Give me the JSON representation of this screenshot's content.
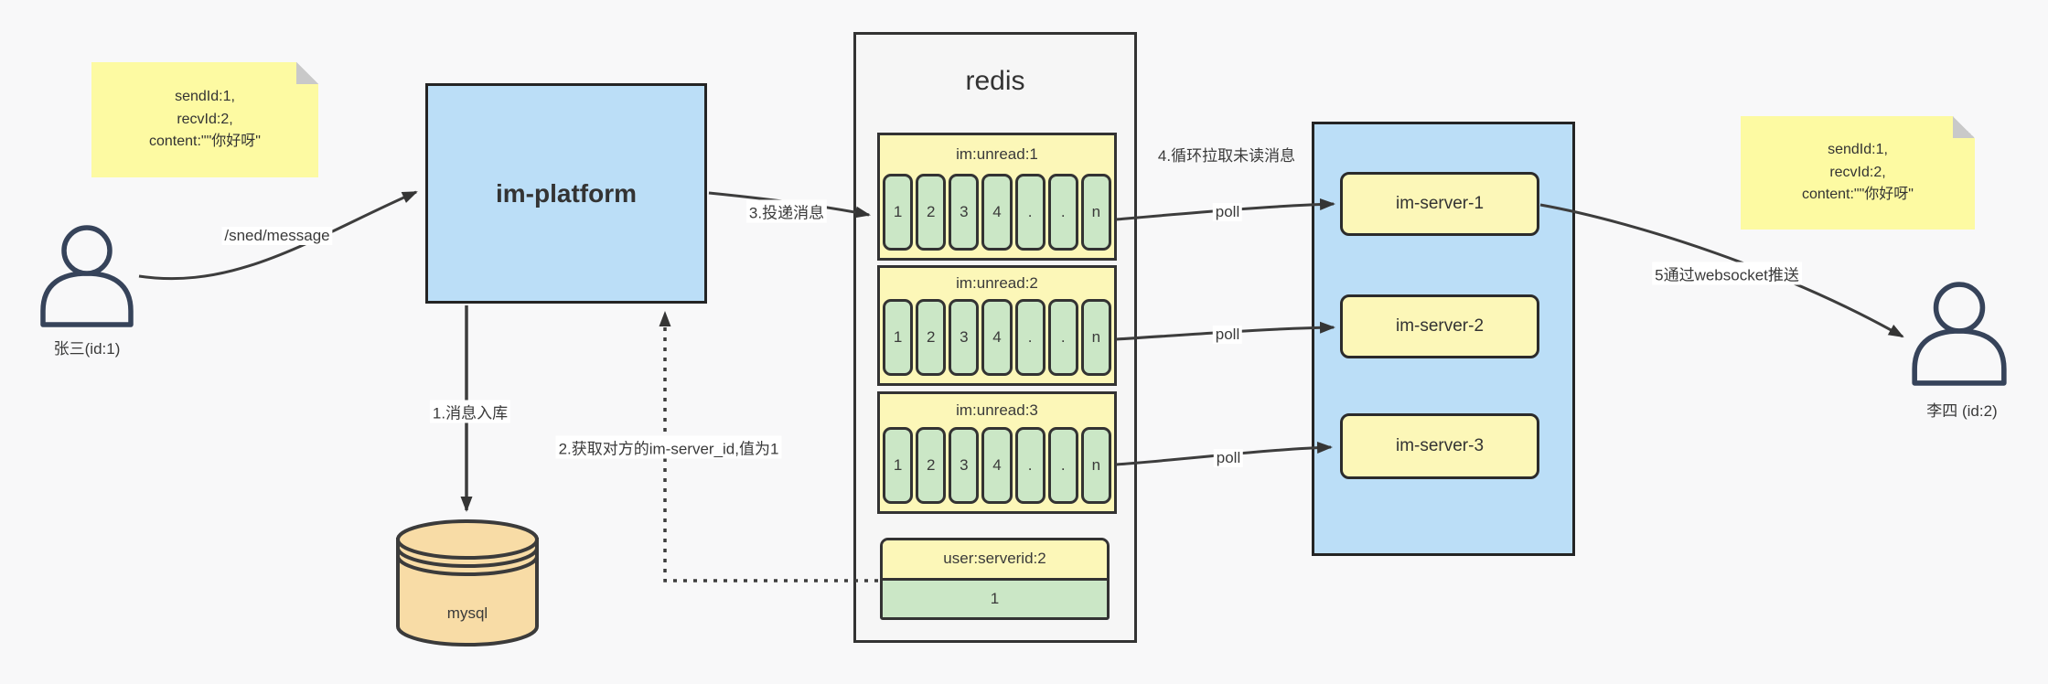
{
  "diagram_title": "im message delivery flow",
  "colors": {
    "background": "#f8f8f9",
    "note_yellow": "#fdfaa2",
    "box_blue": "#bbdef7",
    "queue_yellow": "#fcf7b8",
    "cell_green": "#cbe7c6",
    "mysql_tan": "#f8dca6",
    "line_dark": "#3d3d3d"
  },
  "note_left": {
    "lines": [
      "sendId:1,",
      "recvId:2,",
      "content:\"\"你好呀\""
    ]
  },
  "note_right": {
    "lines": [
      "sendId:1,",
      "recvId:2,",
      "content:\"\"你好呀\""
    ]
  },
  "actor_sender": {
    "label": "张三(id:1)"
  },
  "actor_receiver": {
    "label": "李四 (id:2)"
  },
  "platform": {
    "label": "im-platform"
  },
  "database": {
    "label": "mysql"
  },
  "redis": {
    "title": "redis",
    "queues": [
      {
        "header": "im:unread:1",
        "cells": [
          "1",
          "2",
          "3",
          "4",
          ".",
          ".",
          "n"
        ]
      },
      {
        "header": "im:unread:2",
        "cells": [
          "1",
          "2",
          "3",
          "4",
          ".",
          ".",
          "n"
        ]
      },
      {
        "header": "im:unread:3",
        "cells": [
          "1",
          "2",
          "3",
          "4",
          ".",
          ".",
          "n"
        ]
      }
    ],
    "server_mapping": {
      "header": "user:serverid:2",
      "value": "1"
    }
  },
  "server_cluster": {
    "servers": [
      {
        "label": "im-server-1"
      },
      {
        "label": "im-server-2"
      },
      {
        "label": "im-server-3"
      }
    ]
  },
  "edges": {
    "send": {
      "label": "/sned/message"
    },
    "store": {
      "label": "1.消息入库"
    },
    "get_server_id": {
      "label": "2.获取对方的im-server_id,值为1"
    },
    "deliver": {
      "label": "3.投递消息"
    },
    "pull_loop": {
      "label": "4.循环拉取未读消息"
    },
    "poll_1": {
      "label": "poll"
    },
    "poll_2": {
      "label": "poll"
    },
    "poll_3": {
      "label": "poll"
    },
    "push": {
      "label": "5通过websocket推送"
    }
  }
}
